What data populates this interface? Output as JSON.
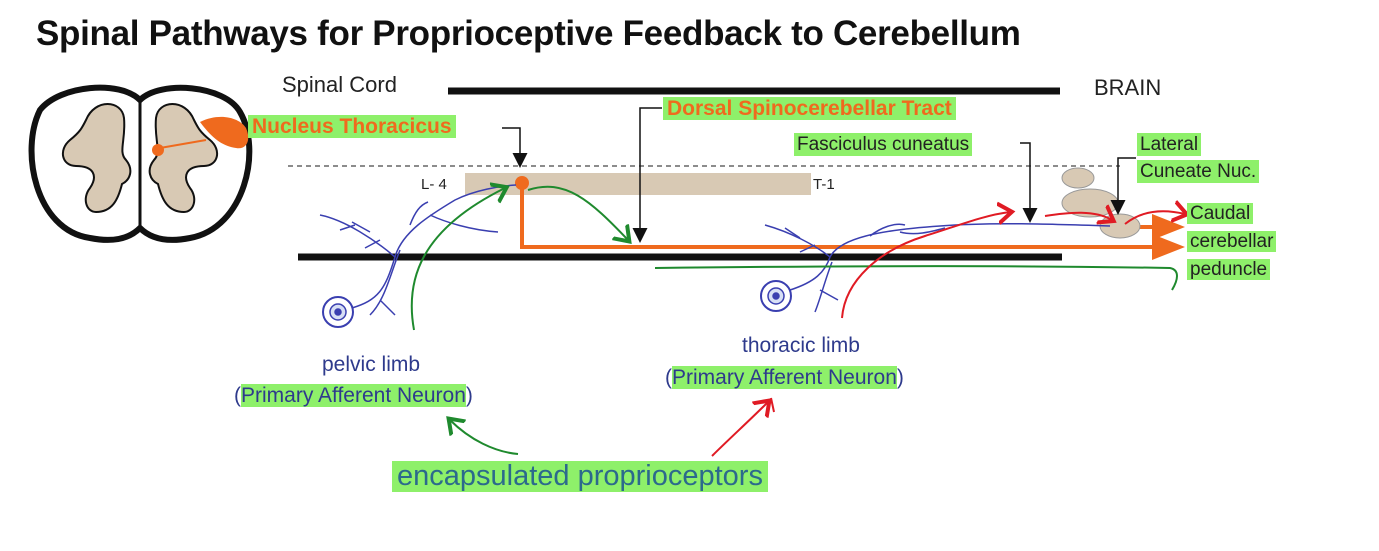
{
  "title": "Spinal Pathways for Proprioceptive Feedback to Cerebellum",
  "axis": {
    "left": "Spinal Cord",
    "right": "BRAIN"
  },
  "segments": {
    "start": "L- 4",
    "end": "T-1"
  },
  "labels": {
    "nucleus_thoracicus": "Nucleus Thoracicus",
    "dorsal_tract": "Dorsal Spinocerebellar Tract",
    "fasciculus": "Fasciculus cuneatus",
    "lateral_cuneate_1": "Lateral",
    "lateral_cuneate_2": "Cuneate Nuc.",
    "peduncle_1": "Caudal",
    "peduncle_2": "cerebellar",
    "peduncle_3": "peduncle"
  },
  "pelvic": {
    "name": "pelvic limb",
    "paren_open": "(",
    "neuron": "Primary Afferent Neuron",
    "paren_close": ")"
  },
  "thoracic": {
    "name": "thoracic limb",
    "paren_open": "(",
    "neuron": "Primary Afferent Neuron",
    "paren_close": ")"
  },
  "receptors": "encapsulated proprioceptors",
  "colors": {
    "tract": "#ef6a1e",
    "neuron": "#3a3fb0",
    "cord": "#d8c9b4",
    "highlight": "#8ef06a",
    "green_ink": "#1f8a2e",
    "red_ink": "#e01b24"
  }
}
